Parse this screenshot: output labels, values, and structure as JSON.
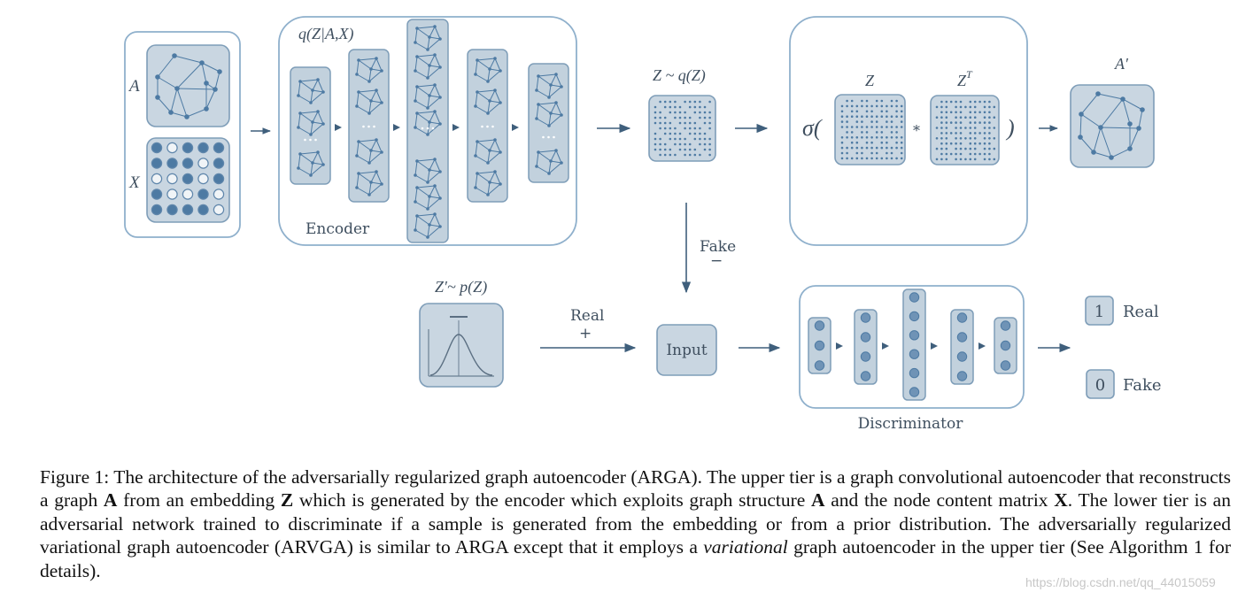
{
  "figure": {
    "labels": {
      "a": "A",
      "x": "X",
      "q": "q(Z|A,X)",
      "encoder": "Encoder",
      "z_sample": "Z ~ q(Z)",
      "sigma": "σ(",
      "close_paren": ")",
      "z": "Z",
      "z_t": "Z",
      "t_sup": "T",
      "mult": "*",
      "a_prime": "A′",
      "fake_arrow": "Fake",
      "minus": "−",
      "prior": "Z′~ p(Z)",
      "real_arrow": "Real",
      "plus": "+",
      "input": "Input",
      "discriminator": "Discriminator",
      "out_1": "1",
      "out_real": "Real",
      "out_0": "0",
      "out_fake": "Fake"
    }
  },
  "caption": {
    "s1": "Figure 1: The architecture of the adversarially regularized graph autoencoder (ARGA). The upper tier is a graph convolutional autoencoder that reconstructs a graph ",
    "b1": "A",
    "s2": " from an embedding ",
    "b2": "Z",
    "s3": " which is generated by the encoder which exploits graph structure ",
    "b3": "A",
    "s4": " and the node content matrix ",
    "b4": "X",
    "s5": ".  The lower tier is an adversarial network trained to discriminate if a sample is generated from the embedding or from a prior distribution. The adversarially regularized variational graph autoencoder (ARVGA) is similar to ARGA except that it employs a ",
    "it1": "variational",
    "s6": " graph autoencoder in the upper tier (See Algorithm 1 for details)."
  },
  "watermark": "https://blog.csdn.net/qq_44015059"
}
